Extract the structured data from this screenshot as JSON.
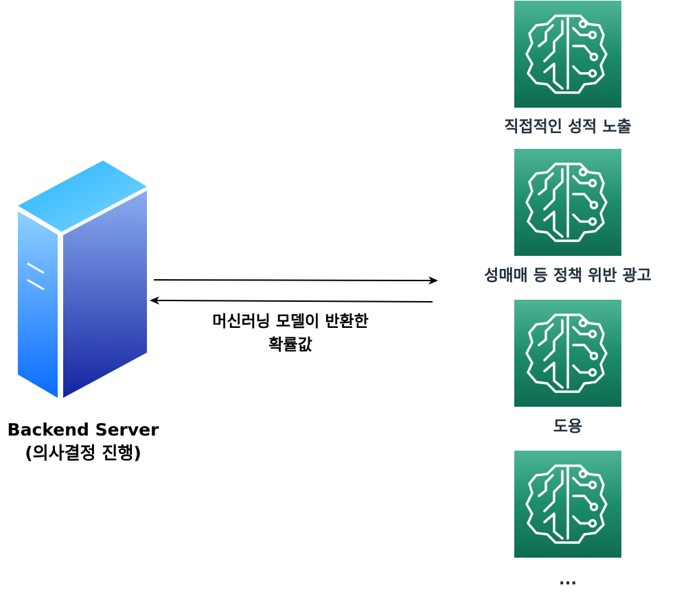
{
  "server": {
    "icon": "server-icon",
    "name_line1": "Backend Server",
    "name_line2": "(의사결정 진행)"
  },
  "arrow": {
    "label_line1": "머신러닝 모델이 반환한",
    "label_line2": "확률값"
  },
  "models": [
    {
      "icon": "brain-circuit-icon",
      "label": "직접적인 성적 노출"
    },
    {
      "icon": "brain-circuit-icon",
      "label": "성매매 등 정책 위반 광고"
    },
    {
      "icon": "brain-circuit-icon",
      "label": "도용"
    },
    {
      "icon": "brain-circuit-icon",
      "label": "..."
    }
  ],
  "colors": {
    "model_tile_top": "#4db596",
    "model_tile_bottom": "#0e6b52",
    "server_light": "#7fd3ff",
    "server_dark": "#1a2fa8",
    "label_dark": "#232f3e"
  }
}
